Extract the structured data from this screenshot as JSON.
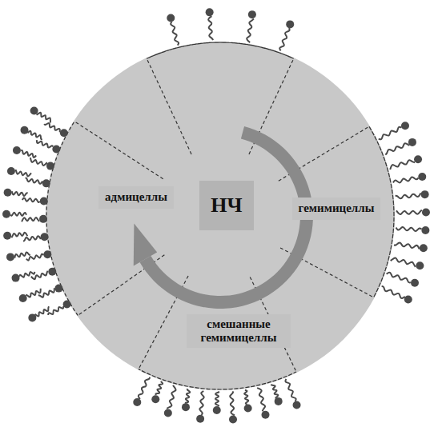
{
  "diagram": {
    "nodes": [
      {
        "text": [
          "адмицеллы"
        ]
      },
      {
        "text": [
          "НЧ"
        ]
      },
      {
        "text": [
          "гемимицеллы"
        ]
      },
      {
        "text": [
          "смешанные гемимицеллы"
        ]
      }
    ]
  }
}
